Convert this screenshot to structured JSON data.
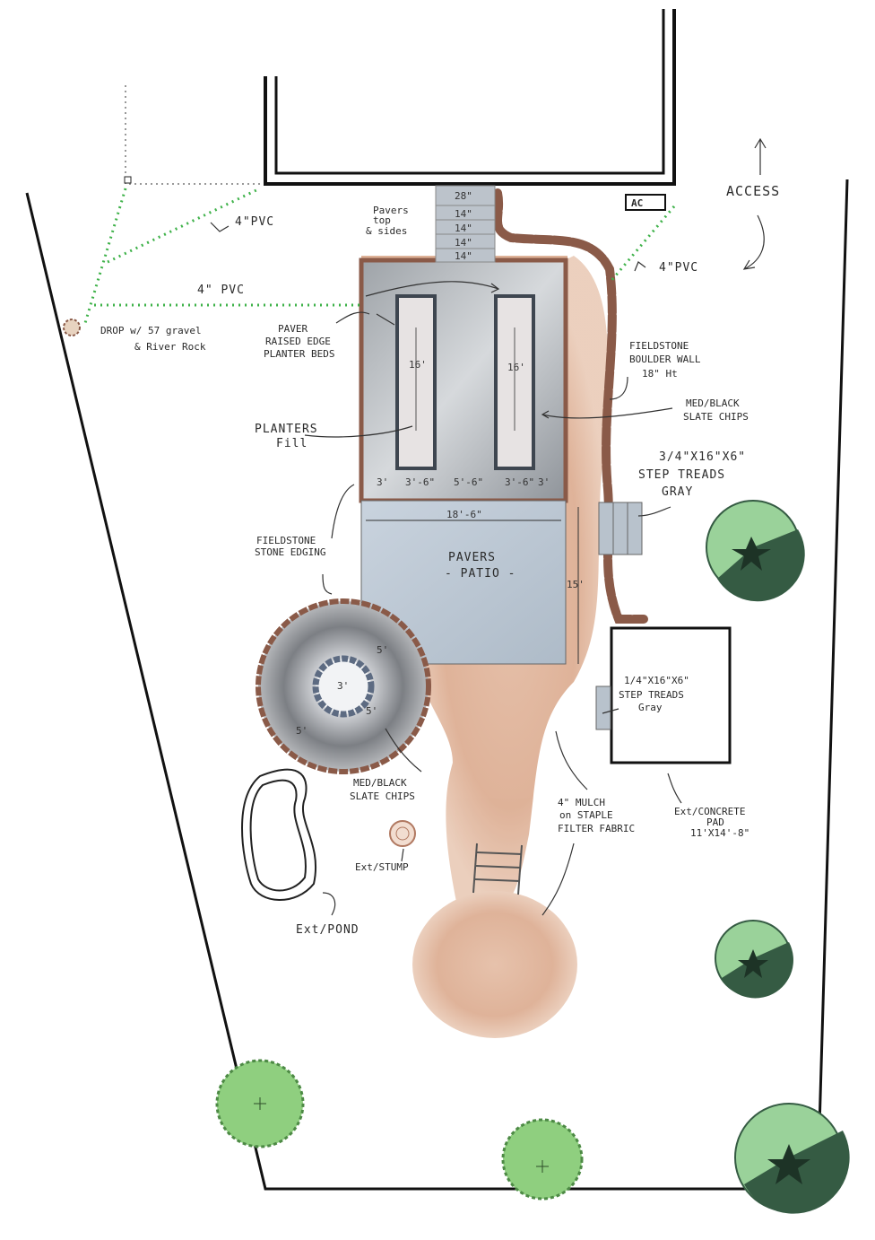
{
  "colors": {
    "mulch": "#d9a587",
    "paver": "#b9c1c8",
    "patio": "#bcc7d3",
    "stone_edge": "#8a5a48",
    "pvc": "#3fb24a",
    "tree_light": "#9ad29a",
    "tree_dark": "#355b43",
    "shrub": "#8fcf7f"
  },
  "labels": {
    "access": "ACCESS",
    "ac": "AC",
    "pvc_top": "4\"PVC",
    "pvc_left": "4\" PVC",
    "pvc_right": "4\"PVC",
    "drop_1": "DROP w/ 57 gravel",
    "drop_2": "& River Rock",
    "pavers_note_1": "Pavers",
    "pavers_note_2": "top",
    "pavers_note_3": "& sides",
    "paver_beds_1": "PAVER",
    "paver_beds_2": "RAISED EDGE",
    "paver_beds_3": "PLANTER BEDS",
    "planters_1": "PLANTERS",
    "planters_2": "Fill",
    "boulder_1": "FIELDSTONE",
    "boulder_2": "BOULDER WALL",
    "boulder_3": "18\" Ht",
    "slate_top_1": "MED/BLACK",
    "slate_top_2": "SLATE CHIPS",
    "tread_top_1": "3/4\"X16\"X6\"",
    "tread_top_2": "STEP TREADS",
    "tread_top_3": "GRAY",
    "fieldstone_edge_1": "FIELDSTONE",
    "fieldstone_edge_2": "STONE EDGING",
    "patio_1": "PAVERS",
    "patio_2": "- PATIO -",
    "tread_bot_1": "1/4\"X16\"X6\"",
    "tread_bot_2": "STEP TREADS",
    "tread_bot_3": "Gray",
    "slate_bot_1": "MED/BLACK",
    "slate_bot_2": "SLATE CHIPS",
    "mulch_1": "4\" MULCH",
    "mulch_2": "on STAPLE",
    "mulch_3": "FILTER FABRIC",
    "pad_1": "Ext/CONCRETE",
    "pad_2": "PAD",
    "pad_3": "11'X14'-8\"",
    "stump": "Ext/STUMP",
    "pond": "Ext/POND"
  },
  "dimensions": {
    "stairs_top": "28\"",
    "step_1": "14\"",
    "step_2": "14\"",
    "step_3": "14\"",
    "step_4": "14\"",
    "bed_left": "16'",
    "bed_right": "16'",
    "edge_1": "3'",
    "edge_2": "3'-6\"",
    "edge_3": "5'-6\"",
    "edge_4": "3'-6\"",
    "edge_5": "3'",
    "patio_width": "18'-6\"",
    "patio_depth": "15'",
    "firepit_center": "3'",
    "firepit_r1": "5'",
    "firepit_r2": "5'",
    "firepit_r3": "5'"
  }
}
